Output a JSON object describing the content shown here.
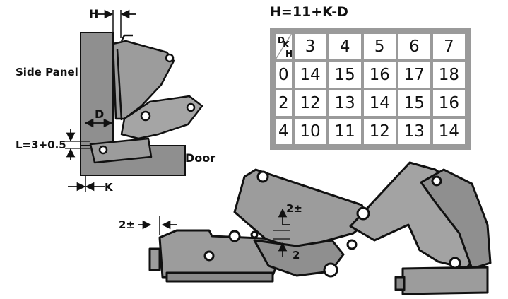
{
  "formula": "H=11+K-D",
  "table": {
    "corner_top_left": "D",
    "corner_top_right": "K",
    "corner_bottom": "H",
    "k_headers": [
      "3",
      "4",
      "5",
      "6",
      "7"
    ],
    "rows": [
      {
        "d": "0",
        "h": [
          "14",
          "15",
          "16",
          "17",
          "18"
        ]
      },
      {
        "d": "2",
        "h": [
          "12",
          "13",
          "14",
          "15",
          "16"
        ]
      },
      {
        "d": "4",
        "h": [
          "10",
          "11",
          "12",
          "13",
          "14"
        ]
      }
    ]
  },
  "labels": {
    "h_dim": "H",
    "side_panel": "Side Panel",
    "d_dim": "D",
    "l_formula": "L=3+0.5",
    "door": "Door",
    "k_dim": "K",
    "adjust_left": "2±",
    "adjust_top": "2±",
    "adjust_right": "2"
  },
  "colors": {
    "metal": "#9c9c9c",
    "metal_dark": "#7d7d7d",
    "outline": "#111111",
    "table_border": "#9a9a9a"
  }
}
